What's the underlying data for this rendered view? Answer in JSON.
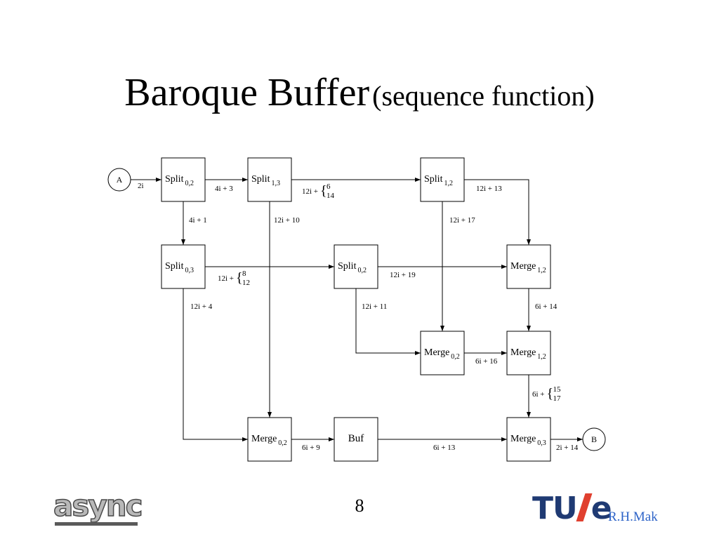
{
  "title": {
    "main": "Baroque Buffer",
    "sub": "(sequence function)"
  },
  "diagram": {
    "terminals": [
      {
        "id": "A",
        "label": "A"
      },
      {
        "id": "B",
        "label": "B"
      }
    ],
    "nodes": [
      {
        "id": "split02a",
        "name": "Split",
        "sub": "0,2"
      },
      {
        "id": "split13",
        "name": "Split",
        "sub": "1,3"
      },
      {
        "id": "split12",
        "name": "Split",
        "sub": "1,2"
      },
      {
        "id": "split03",
        "name": "Split",
        "sub": "0,3"
      },
      {
        "id": "split02b",
        "name": "Split",
        "sub": "0,2"
      },
      {
        "id": "merge12a",
        "name": "Merge",
        "sub": "1,2"
      },
      {
        "id": "merge02a",
        "name": "Merge",
        "sub": "0,2"
      },
      {
        "id": "merge12b",
        "name": "Merge",
        "sub": "1,2"
      },
      {
        "id": "merge02b",
        "name": "Merge",
        "sub": "0,2"
      },
      {
        "id": "buf",
        "name": "Buf",
        "sub": ""
      },
      {
        "id": "merge03",
        "name": "Merge",
        "sub": "0,3"
      }
    ],
    "edges": [
      {
        "from": "A",
        "to": "split02a",
        "label": "2i"
      },
      {
        "from": "split02a",
        "to": "split13",
        "label": "4i + 3"
      },
      {
        "from": "split13",
        "to": "split12",
        "label": "12i +",
        "brace": [
          "6",
          "14"
        ]
      },
      {
        "from": "split12",
        "to": "merge12a",
        "label": "12i + 13"
      },
      {
        "from": "split02a",
        "to": "split03",
        "label": "4i + 1"
      },
      {
        "from": "split13",
        "to": "merge02b",
        "label": "12i + 10"
      },
      {
        "from": "split12",
        "to": "merge02a",
        "label": "12i + 17"
      },
      {
        "from": "split03",
        "to": "split02b",
        "label": "12i +",
        "brace": [
          "8",
          "12"
        ]
      },
      {
        "from": "split02b",
        "to": "merge12a",
        "label": "12i + 19"
      },
      {
        "from": "split03",
        "to": "merge02b",
        "label": "12i + 4"
      },
      {
        "from": "split02b",
        "to": "merge02a",
        "label": "12i + 11"
      },
      {
        "from": "merge12a",
        "to": "merge12b",
        "label": "6i + 14"
      },
      {
        "from": "merge02a",
        "to": "merge12b",
        "label": "6i + 16"
      },
      {
        "from": "merge12b",
        "to": "merge03",
        "label": "6i +",
        "brace": [
          "15",
          "17"
        ]
      },
      {
        "from": "merge02b",
        "to": "buf",
        "label": "6i + 9"
      },
      {
        "from": "buf",
        "to": "merge03",
        "label": "6i + 13"
      },
      {
        "from": "merge03",
        "to": "B",
        "label": "2i + 14"
      }
    ]
  },
  "footer": {
    "page_number": "8",
    "async_logo": "async",
    "tue_logo": {
      "left": "TU",
      "right": "e"
    },
    "author": "R.H.Mak"
  }
}
